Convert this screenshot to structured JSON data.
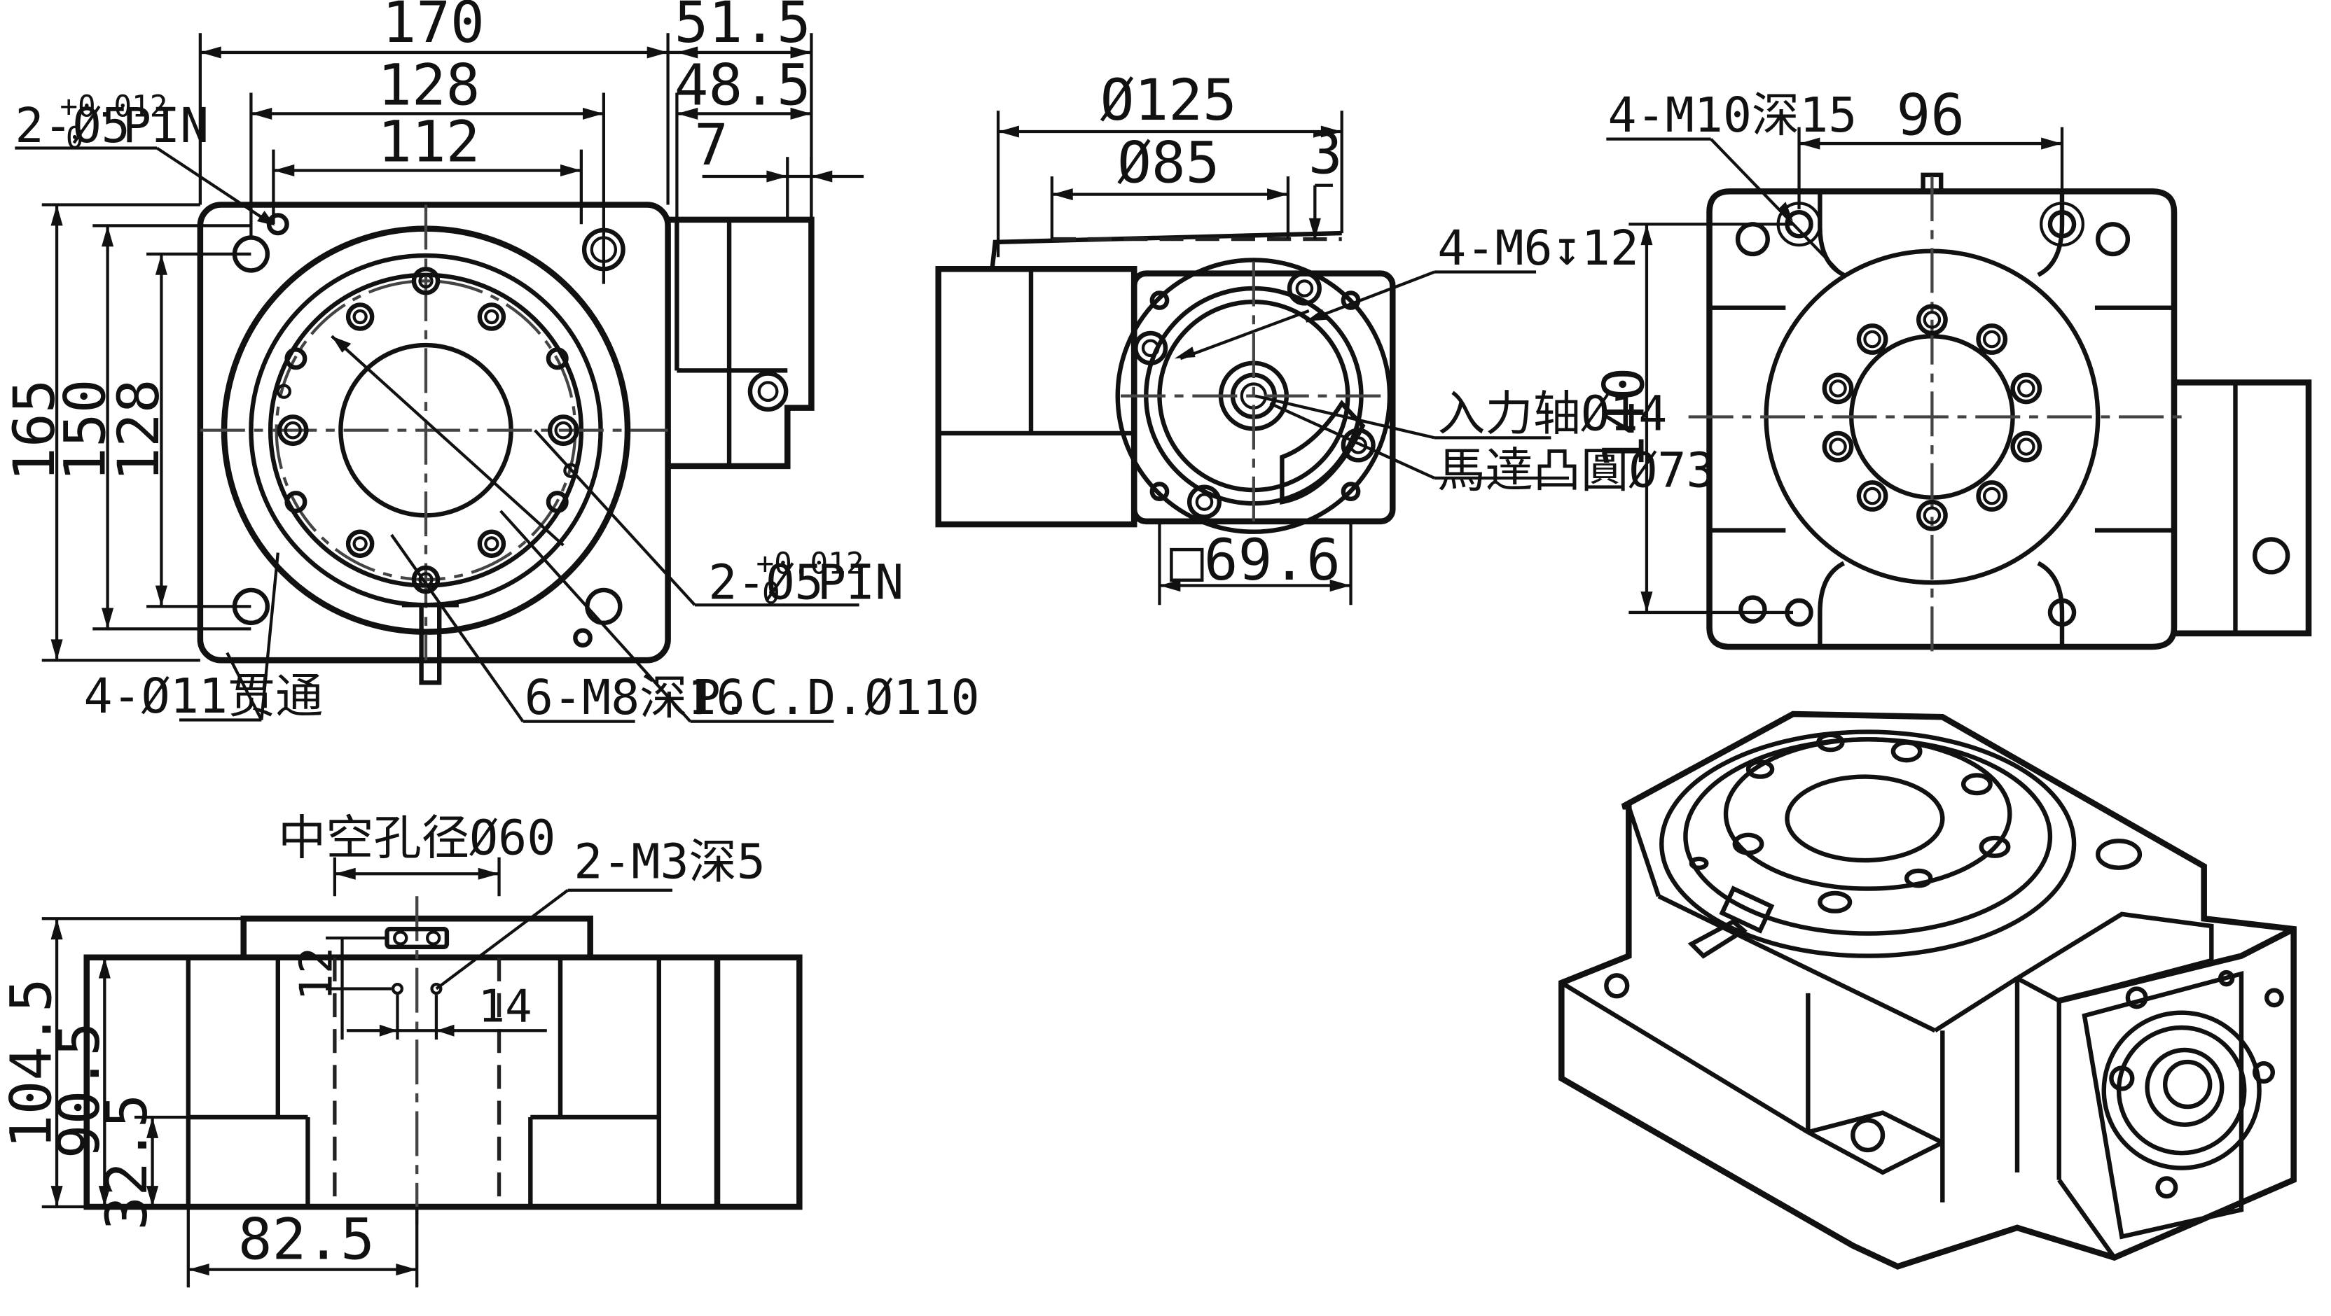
{
  "front_view": {
    "width_170": "170",
    "width_128": "128",
    "width_112": "112",
    "side_51_5": "51.5",
    "side_48_5": "48.5",
    "side_7": "7",
    "height_165": "165",
    "height_150": "150",
    "height_128": "128",
    "pin_top_main": "2-Ø5",
    "pin_top_upper_tol": "+0.012",
    "pin_top_lower_tol": "0",
    "pin_top_suffix": "PIN",
    "pin_bottom_main": "2-Ø5",
    "pin_bottom_upper_tol": "+0.012",
    "pin_bottom_lower_tol": "0",
    "pin_bottom_suffix": "PIN",
    "through_holes": "4-Ø11贯通",
    "tapped_holes": "6-M8深16",
    "pcd": "P.C.D.Ø110"
  },
  "motor_view": {
    "dia_125": "Ø125",
    "dia_85": "Ø85",
    "dim_3": "3",
    "holes_m6": "4-M6↧12",
    "input_shaft": "入力轴Ø14",
    "motor_boss": "馬達凸圓Ø73",
    "square": "□69.6"
  },
  "top_view": {
    "holes_m10": "4-M10深15",
    "dim_96": "96",
    "dim_140": "140"
  },
  "side_view": {
    "hollow_bore": "中空孔径Ø60",
    "holes_m3": "2-M3深5",
    "dim_12": "12",
    "dim_14": "14",
    "height_104_5": "104.5",
    "height_90_5": "90.5",
    "height_32_5": "32.5",
    "width_82_5": "82.5"
  }
}
